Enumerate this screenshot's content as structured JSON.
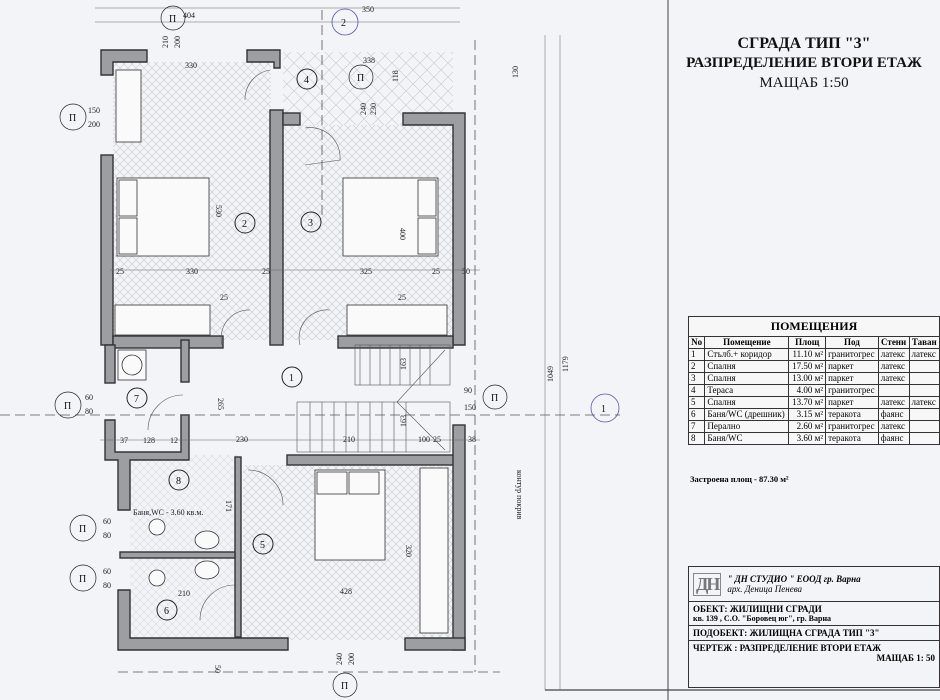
{
  "header": {
    "title": "СГРАДА ТИП \"3\"",
    "subtitle": "РАЗПРЕДЕЛЕНИЕ ВТОРИ ЕТАЖ",
    "scale": "МАЩАБ 1:50"
  },
  "rooms_table": {
    "caption": "ПОМЕЩЕНИЯ",
    "columns": [
      "No",
      "Помещение",
      "Площ",
      "Под",
      "Стени",
      "Таван"
    ],
    "rows": [
      {
        "no": "1",
        "name": "Стълб.+ коридор",
        "area": "11.10 м²",
        "floor": "гранитогрес",
        "walls": "латекс",
        "ceiling": "латекс"
      },
      {
        "no": "2",
        "name": "Спалня",
        "area": "17.50 м²",
        "floor": "паркет",
        "walls": "латекс",
        "ceiling": ""
      },
      {
        "no": "3",
        "name": "Спалня",
        "area": "13.00 м²",
        "floor": "паркет",
        "walls": "латекс",
        "ceiling": ""
      },
      {
        "no": "4",
        "name": "Тераса",
        "area": "4.00 м²",
        "floor": "гранитогрес",
        "walls": "",
        "ceiling": ""
      },
      {
        "no": "5",
        "name": "Спалня",
        "area": "13.70 м²",
        "floor": "паркет",
        "walls": "латекс",
        "ceiling": "латекс"
      },
      {
        "no": "6",
        "name": "Баня/WC (дрешник)",
        "area": "3.15 м²",
        "floor": "теракота",
        "walls": "фаянс",
        "ceiling": ""
      },
      {
        "no": "7",
        "name": "Перално",
        "area": "2.60 м²",
        "floor": "гранитогрес",
        "walls": "латекс",
        "ceiling": ""
      },
      {
        "no": "8",
        "name": "Баня/WC",
        "area": "3.60 м²",
        "floor": "теракота",
        "walls": "фаянс",
        "ceiling": ""
      }
    ],
    "total": "Застроена площ - 87.30 м²"
  },
  "title_block": {
    "logo": "ДН",
    "company": "\" ДН СТУДИО \" ЕООД гр. Варна",
    "architect": "арх. Деница Пенева",
    "object": "ОБЕКТ: ЖИЛИЩНИ СГРАДИ",
    "address": "кв. 139 , С.О. \"Боровец юг\", гр. Варна",
    "subobject": "ПОДОБЕКТ: ЖИЛИЩНА СГРАДА ТИП \"3\"",
    "drawing": "ЧЕРТЕЖ : РАЗПРЕДЕЛЕНИЕ ВТОРИ ЕТАЖ",
    "drawing_scale": "МАЩАБ 1: 50"
  },
  "plan": {
    "room_numbers": [
      "1",
      "2",
      "3",
      "4",
      "5",
      "6",
      "7",
      "8"
    ],
    "window_tag": "П",
    "window_tags": [
      {
        "top": "210",
        "bottom": "200"
      },
      {
        "top": "150",
        "bottom": "200"
      },
      {
        "top": "240",
        "bottom": "230"
      },
      {
        "top": "60",
        "bottom": "80"
      },
      {
        "top": "60",
        "bottom": "80"
      },
      {
        "top": "60",
        "bottom": "80"
      },
      {
        "top": "90",
        "bottom": "150"
      },
      {
        "top": "240",
        "bottom": "200"
      }
    ],
    "dimensions": [
      "404",
      "350",
      "330",
      "338",
      "118",
      "130",
      "530",
      "400",
      "330",
      "325",
      "25",
      "25",
      "25",
      "50",
      "1179",
      "1049",
      "265",
      "230",
      "210",
      "100",
      "25",
      "38",
      "163",
      "163",
      "37",
      "128",
      "12",
      "171",
      "320",
      "428",
      "210",
      "25",
      "25",
      "50"
    ],
    "axis_labels": [
      "1",
      "2"
    ],
    "bath_label": "Баня,WC - 3.60 кв.м.",
    "roof_outline_label": "контур покрив"
  }
}
